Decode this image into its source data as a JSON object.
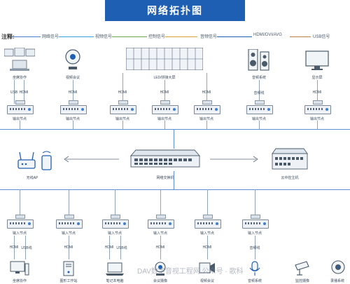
{
  "title": "网络拓扑图",
  "legend": {
    "label": "注释:",
    "items": [
      {
        "name": "网络信号",
        "color": "#4a7fd0"
      },
      {
        "name": "视频信号",
        "color": "#3aa0e0"
      },
      {
        "name": "控制信号",
        "color": "#6aa84f"
      },
      {
        "name": "音频信号",
        "color": "#e0a030"
      },
      {
        "name": "HDMI/DVI/AVG",
        "color": "#1f5fb3"
      },
      {
        "name": "USB信号",
        "color": "#c08040"
      }
    ]
  },
  "top_devices": [
    {
      "name": "坐席协作",
      "ports": [
        "USB",
        "HDMI"
      ],
      "node": "输出节点"
    },
    {
      "name": "视频会议",
      "ports": [
        "HDMI"
      ],
      "node": "输出节点"
    },
    {
      "name": "LED/拼接大屏",
      "ports": [
        "HDMI",
        "HDMI",
        "HDMI"
      ],
      "node": "输出节点"
    },
    {
      "name": "音频系统",
      "ports": [
        "音频线"
      ],
      "node": "输出节点"
    },
    {
      "name": "显示屏",
      "ports": [
        "HDMI"
      ],
      "node": "输出节点"
    }
  ],
  "middle": {
    "ap": "无线AP",
    "switch": "网络交换机",
    "host": "云中控主机"
  },
  "bottom_devices": [
    {
      "name": "坐席协作",
      "ports": [
        "HDMI",
        "USB线"
      ],
      "node": "输入节点"
    },
    {
      "name": "图形工作站",
      "ports": [
        "HDMI"
      ],
      "node": "输入节点"
    },
    {
      "name": "笔记本电脑",
      "ports": [
        "HDMI",
        "USB线"
      ],
      "node": "输入节点"
    },
    {
      "name": "会议摄像",
      "ports": [
        "HDMI"
      ],
      "node": "输入节点"
    },
    {
      "name": "视频会议",
      "ports": [
        "HDMI"
      ],
      "node": "输入节点"
    },
    {
      "name": "音频系统",
      "ports": [
        "音频线"
      ],
      "node": "输入节点"
    },
    {
      "name": "监控摄像",
      "ports": [],
      "node": ""
    },
    {
      "name": "录播系统",
      "ports": [],
      "node": ""
    }
  ],
  "watermark": "DAV数字音视工程网  公众号 · 歌科"
}
